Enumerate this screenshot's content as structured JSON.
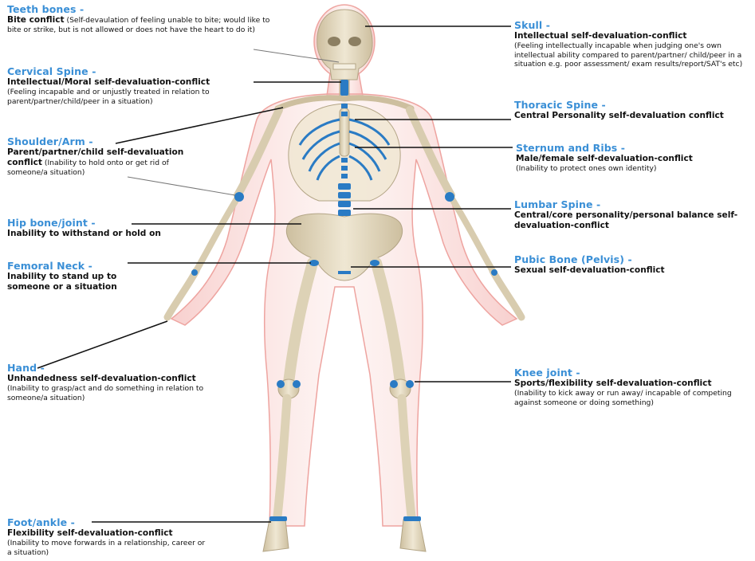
{
  "labels": {
    "teeth": {
      "title": "Teeth bones -",
      "head": "Bite conflict",
      "desc": "(Self-devaulation of feeling unable to bite; would like to bite or strike, but is not allowed or does not have the heart to do it)"
    },
    "cervical": {
      "title": "Cervical Spine -",
      "head": "Intellectual/Moral self-devaluation-conflict",
      "desc": "(Feeling incapable and or unjustly treated in relation to parent/partner/child/peer in a situation)"
    },
    "shoulder": {
      "title": "Shoulder/Arm -",
      "head": "Parent/partner/child self-devaluation conflict",
      "desc": "(Inability to hold onto or get rid of someone/a situation)"
    },
    "hip": {
      "title": "Hip bone/joint -",
      "head": "Inability to withstand or hold on"
    },
    "femoral": {
      "title": "Femoral Neck -",
      "head": "Inability to stand up to someone or a situation"
    },
    "hand": {
      "title": "Hand -",
      "head": "Unhandedness self-devaluation-conflict",
      "desc": "(Inability to grasp/act and do something in relation to someone/a situation)"
    },
    "foot": {
      "title": "Foot/ankle -",
      "head": "Flexibility self-devaluation-conflict",
      "desc": "(Inability to move forwards in a relationship, career or a situation)"
    },
    "skull": {
      "title": "Skull -",
      "head": "Intellectual self-devaluation-conflict",
      "desc": "(Feeling intellectually incapable when judging one's own intellectual ability compared to parent/partner/ child/peer in a situation e.g. poor assessment/ exam results/report/SAT's etc)"
    },
    "thoracic": {
      "title": "Thoracic Spine -",
      "head": "Central Personality self-devaluation conflict"
    },
    "sternum": {
      "title": "Sternum and Ribs -",
      "head": "Male/female self-devaluation-conflict",
      "desc": "(Inability to protect ones own identity)"
    },
    "lumbar": {
      "title": "Lumbar Spine -",
      "head": "Central/core personality/personal balance self-devaluation-conflict"
    },
    "pubic": {
      "title": "Pubic Bone (Pelvis) -",
      "head": "Sexual self-devaluation-conflict"
    },
    "knee": {
      "title": "Knee joint -",
      "head": "Sports/flexibility self-devaluation-conflict",
      "desc": "(Inability to kick away or run away/ incapable of competing against someone or doing something)"
    }
  },
  "colors": {
    "title": "#3a8fd6",
    "highlight": "#2a7bc4",
    "bone": "#e6dcc2",
    "skin": "#f3b9b5",
    "leader": "#111111"
  }
}
